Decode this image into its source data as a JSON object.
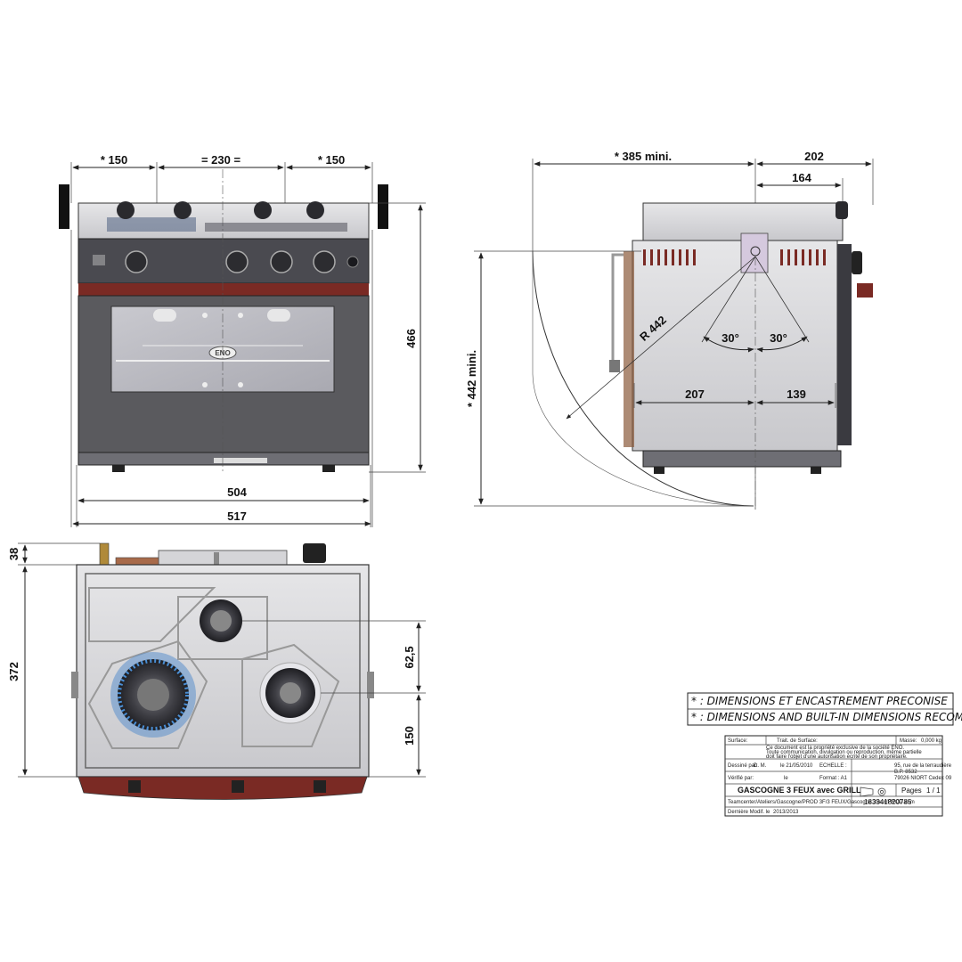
{
  "front_view": {
    "dim_left": "* 150",
    "dim_center": "= 230 =",
    "dim_right": "* 150",
    "dim_height": "466",
    "dim_width_inner": "504",
    "dim_width_outer": "517",
    "oven_badge": "ENO"
  },
  "side_view": {
    "dim_depth_min": "* 385  mini.",
    "dim_202": "202",
    "dim_164": "164",
    "dim_radius": "R 442",
    "dim_height_min": "* 442  mini.",
    "angle_left": "30°",
    "angle_right": "30°",
    "dim_207": "207",
    "dim_139": "139"
  },
  "top_view": {
    "dim_38": "38",
    "dim_372": "372",
    "dim_62_5": "62,5",
    "dim_150": "150"
  },
  "notes": {
    "line1": "* : DIMENSIONS ET ENCASTREMENT PRECONISE",
    "line2": "* : DIMENSIONS AND BUILT-IN DIMENSIONS RECOMMENDED"
  },
  "title_block": {
    "surface_label": "Surface:",
    "treatment_label": "Trait. de Surface:",
    "mass_label": "Masse:",
    "mass_value": "0,000 kg",
    "legal_line1": "Ce document est la propriété exclusive de la société ENO.",
    "legal_line2": "Toute communication, divulgation ou reproduction, même partielle",
    "legal_line3": "doit faire l'objet d'une autorisation écrite de son propriétaire.",
    "drawn_by_label": "Dessiné par:",
    "drawn_by_value": "D. M.",
    "drawn_date": "le 21/05/2010",
    "scale_label": "ECHELLE :",
    "address_line1": "95, rue de la terraudière",
    "address_line2": "B.P. 8532",
    "address_line3": "79026 NIORT Cedex 09",
    "checked_label": "Vérifié par:",
    "checked_date": "le",
    "format_label": "Format : A1",
    "title": "GASCOGNE 3 FEUX avec GRILL",
    "pages_label": "Pages",
    "pages_value": "1 / 1",
    "file_path": "Teamcenter/Ateliers/Gascogne/PROD 3F/3 FEUX/Gascogne 3feux/PROD.asm",
    "part_number": "183341820785",
    "modified_label": "Dernière Modif. le",
    "modified_value": "2013/2013"
  },
  "colors": {
    "line": "#222222",
    "steel": "#d9d9db",
    "dark_steel": "#5a5a5e",
    "wood": "#7a2a24",
    "flame": "#4a8fd6"
  }
}
